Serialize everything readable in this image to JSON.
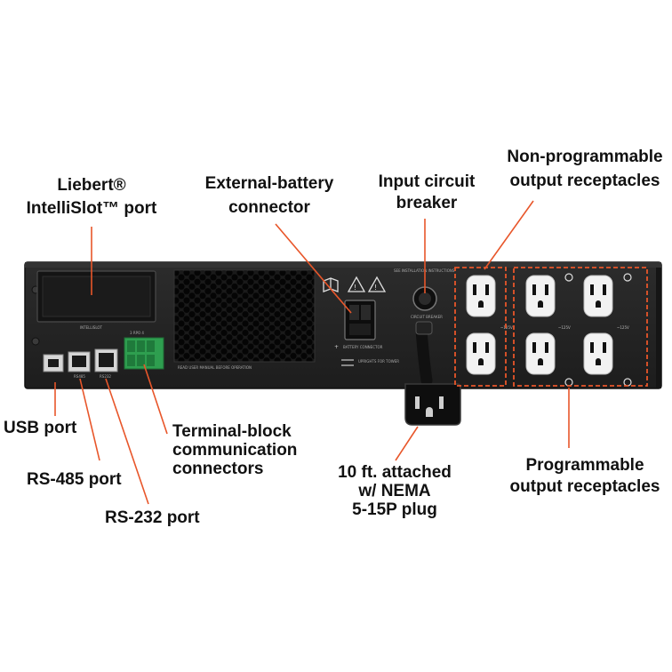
{
  "labels": {
    "intellislot": [
      "Liebert®",
      "IntelliSlot™ port"
    ],
    "ext_battery": [
      "External-battery",
      "connector"
    ],
    "input_breaker": [
      "Input circuit",
      "breaker"
    ],
    "non_programmable": [
      "Non-programmable",
      "output receptacles"
    ],
    "usb": [
      "USB port"
    ],
    "rs485": [
      "RS-485 port"
    ],
    "rs232": [
      "RS-232 port"
    ],
    "terminal_block": [
      "Terminal-block",
      "communication",
      "connectors"
    ],
    "plug": [
      "10 ft. attached",
      "w/ NEMA",
      "5-15P plug"
    ],
    "programmable": [
      "Programmable",
      "output receptacles"
    ]
  },
  "colors": {
    "accent": "#e8562a",
    "chassis": "#232323",
    "terminal": "#2e9e4f"
  },
  "icons": [
    "book-icon",
    "warning-icon",
    "warning-icon"
  ]
}
